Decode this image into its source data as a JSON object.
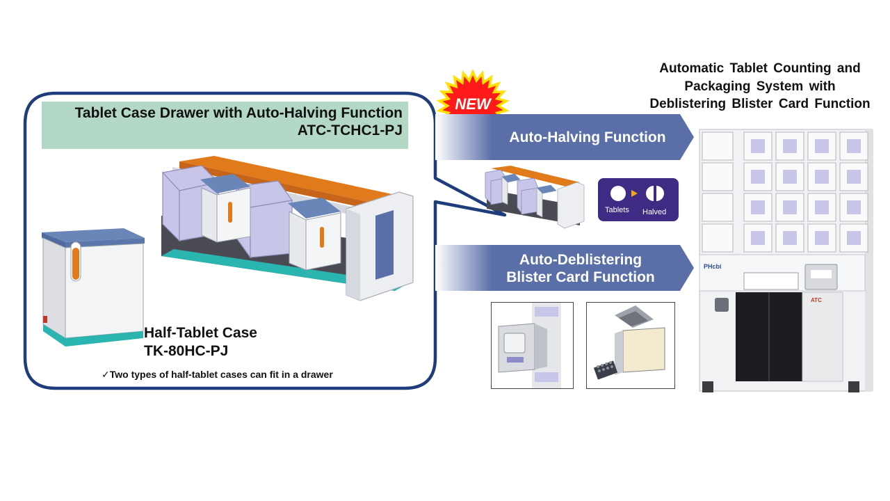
{
  "badge": {
    "label": "NEW",
    "fill": "#ff1a1a",
    "glow": "#ffe000"
  },
  "drawer": {
    "title_line1": "Tablet Case Drawer with Auto-Halving Function",
    "title_line2": "ATC-TCHC1-PJ"
  },
  "half_case": {
    "name_line1": "Half-Tablet Case",
    "name_line2": "TK-80HC-PJ",
    "note": "✓Two types of half-tablet cases can fit in a drawer"
  },
  "arrows": {
    "halving": {
      "label": "Auto-Halving Function"
    },
    "deblister": {
      "line1": "Auto-Deblistering",
      "line2": "Blister Card Function"
    }
  },
  "halving_diagram": {
    "from_label": "Tablets",
    "to_label": "Halved"
  },
  "system": {
    "title_line1": "Automatic Tablet Counting and",
    "title_line2": "Packaging System with",
    "title_line3": "Deblistering Blister Card Function",
    "brand": "PHcbi",
    "model_mark": "ATC"
  },
  "colors": {
    "callout_border": "#1f3d7a",
    "arrow_blue": "#5a6fa8",
    "title_box": "#b4d8c6",
    "accent_orange": "#e07a1a",
    "case_lavender": "#c8c6e8",
    "teal": "#2bb5b0"
  }
}
